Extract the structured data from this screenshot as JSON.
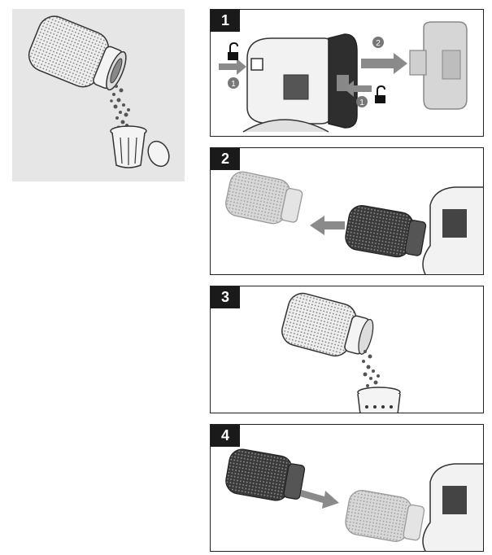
{
  "steps": [
    {
      "number": "1"
    },
    {
      "number": "2"
    },
    {
      "number": "3"
    },
    {
      "number": "4"
    }
  ],
  "callouts": {
    "step1_left": "1",
    "step1_right": "1",
    "step1_remove": "2"
  },
  "colors": {
    "filter_dark": "#3a3a3a",
    "filter_light": "#cfcfcf",
    "arrow": "#8a8a8a",
    "intro_bg": "#e6e6e6"
  }
}
